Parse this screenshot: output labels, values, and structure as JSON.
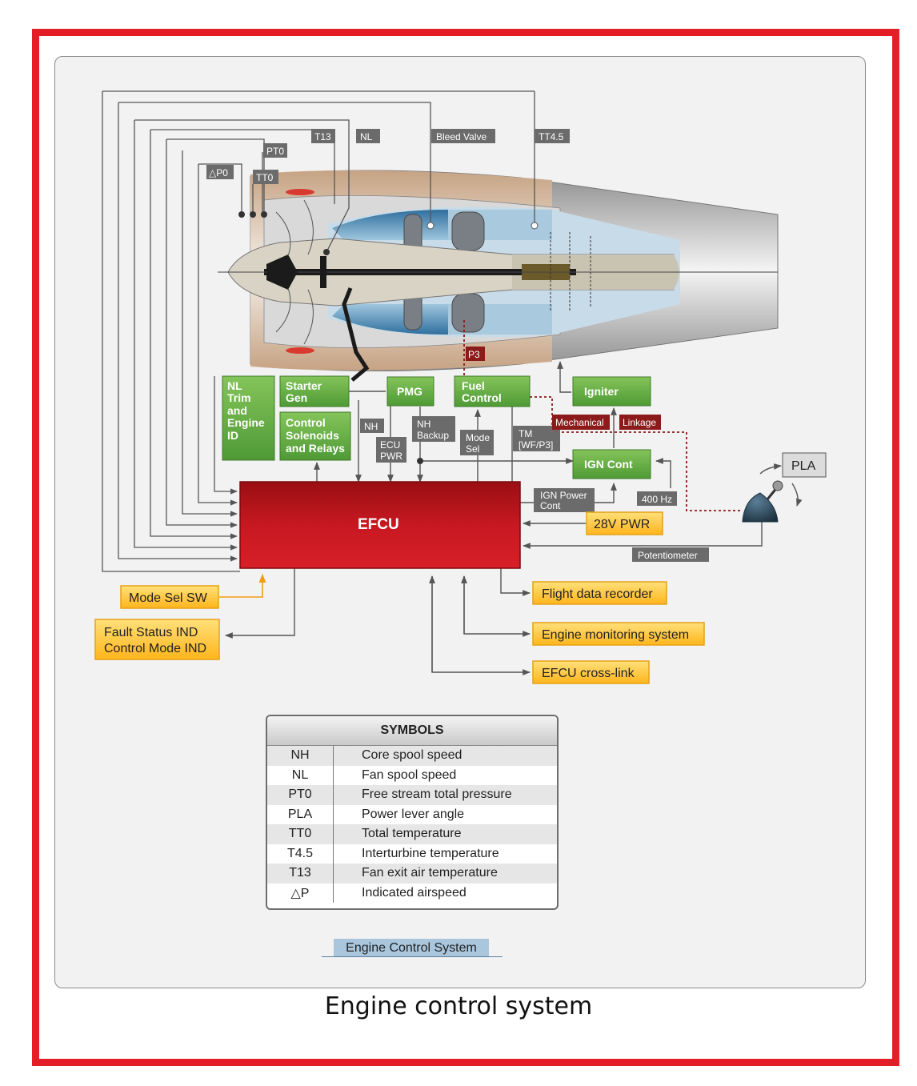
{
  "figure": {
    "caption": "Engine control system",
    "inner_caption": "Engine Control System"
  },
  "sensor_labels": {
    "t13": "T13",
    "nl": "NL",
    "bleed_valve": "Bleed Valve",
    "tt45": "TT4.5",
    "pt0": "PT0",
    "tt0": "TT0",
    "dp0": "△P0",
    "p3": "P3"
  },
  "components": {
    "nl_trim": [
      "NL",
      "Trim",
      "and",
      "Engine",
      "ID"
    ],
    "starter_gen": [
      "Starter",
      "Gen"
    ],
    "control_solenoids": [
      "Control",
      "Solenoids",
      "and Relays"
    ],
    "pmg": "PMG",
    "fuel_control": [
      "Fuel",
      "Control"
    ],
    "igniter": "Igniter",
    "ign_cont": "IGN Cont",
    "efcu": "EFCU",
    "pla": "PLA"
  },
  "signal_labels": {
    "nh": "NH",
    "ecu_pwr": [
      "ECU",
      "PWR"
    ],
    "nh_backup": [
      "NH",
      "Backup"
    ],
    "mode_sel": [
      "Mode",
      "Sel"
    ],
    "tm": [
      "TM",
      "[WF/P3]"
    ],
    "mechanical": "Mechanical",
    "linkage": "Linkage",
    "ign_power_cont": [
      "IGN Power",
      "Cont"
    ],
    "hz400": "400 Hz",
    "potentiometer": "Potentiometer"
  },
  "io_boxes": {
    "pwr28": "28V PWR",
    "mode_sel_sw": "Mode Sel SW",
    "fault_status": [
      "Fault Status IND",
      "Control Mode IND"
    ],
    "flight_data": "Flight data recorder",
    "engine_monitoring": "Engine monitoring system",
    "cross_link": "EFCU cross-link"
  },
  "symbols_table": {
    "title": "SYMBOLS",
    "rows": [
      {
        "symbol": "NH",
        "meaning": "Core spool speed"
      },
      {
        "symbol": "NL",
        "meaning": "Fan spool speed"
      },
      {
        "symbol": "PT0",
        "meaning": "Free stream total pressure"
      },
      {
        "symbol": "PLA",
        "meaning": "Power lever angle"
      },
      {
        "symbol": "TT0",
        "meaning": "Total temperature"
      },
      {
        "symbol": "T4.5",
        "meaning": "Interturbine temperature"
      },
      {
        "symbol": "T13",
        "meaning": "Fan exit air temperature"
      },
      {
        "symbol": "△P",
        "meaning": "Indicated airspeed"
      }
    ]
  },
  "colors": {
    "frame": "#e41e26",
    "efcu": "#c0141c",
    "component_green": "#6ab04c",
    "io_orange": "#ffc93c",
    "label_gray": "#6b6b6b",
    "mechanical_red": "#8b1a1a"
  }
}
